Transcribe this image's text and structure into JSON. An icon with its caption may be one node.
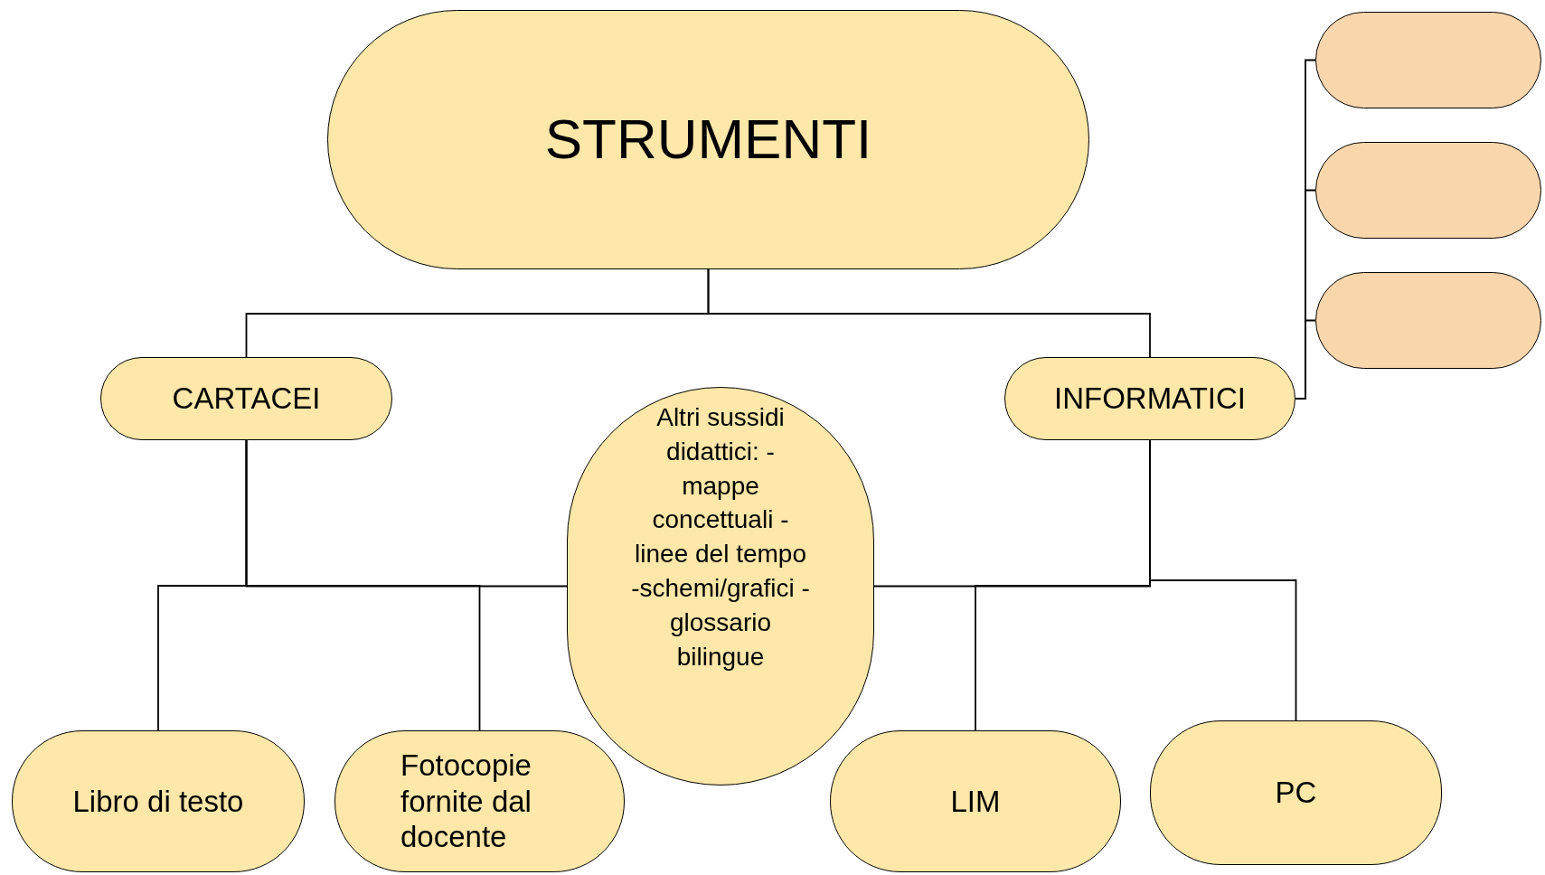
{
  "diagram": {
    "nodes": [
      {
        "text": [
          "STRUMENTI"
        ]
      },
      {
        "text": [
          "CARTACEI"
        ]
      },
      {
        "text": [
          "Altri sussidi didattici: -mappe concettuali - linee del tempo -schemi/grafici -glossario bilingue"
        ]
      },
      {
        "text": [
          "INFORMATICI"
        ]
      },
      {
        "text": [],
        "shape": "box"
      },
      {
        "text": [],
        "shape": "box"
      },
      {
        "text": [],
        "shape": "box"
      },
      {
        "text": [
          "Libro di testo"
        ]
      },
      {
        "text": [
          "Fotocopie fornite  dal docente"
        ]
      },
      {
        "text": [
          "LIM"
        ]
      },
      {
        "text": [
          "PC"
        ]
      }
    ],
    "edges": [
      {
        "from": 0,
        "to": 1,
        "arrow": "none"
      },
      {
        "from": 0,
        "to": 3,
        "arrow": "none"
      },
      {
        "from": 1,
        "to": 7,
        "arrow": "none"
      },
      {
        "from": 1,
        "to": 8,
        "arrow": "none"
      },
      {
        "from": 1,
        "to": 2,
        "arrow": "none"
      },
      {
        "from": 3,
        "to": 2,
        "arrow": "none"
      },
      {
        "from": 3,
        "to": 9,
        "arrow": "none"
      },
      {
        "from": 3,
        "to": 10,
        "arrow": "none"
      },
      {
        "from": 3,
        "to": 4,
        "arrow": "none"
      },
      {
        "from": 3,
        "to": 5,
        "arrow": "none"
      },
      {
        "from": 3,
        "to": 6,
        "arrow": "none"
      }
    ]
  }
}
